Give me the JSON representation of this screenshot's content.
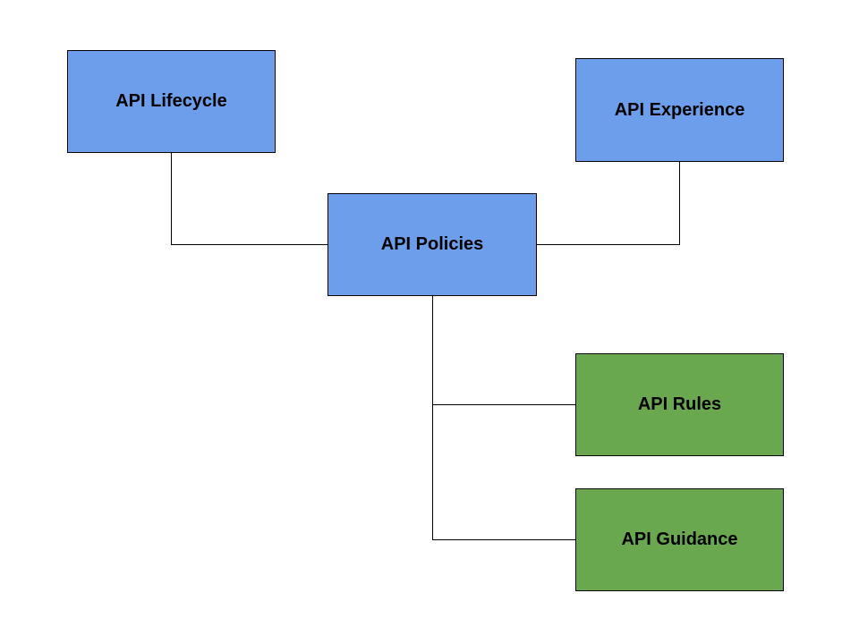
{
  "colors": {
    "blue_node": "#6d9eeb",
    "green_node": "#6aa84f",
    "connector": "#000000"
  },
  "nodes": {
    "lifecycle": {
      "label": "API Lifecycle",
      "color": "blue"
    },
    "experience": {
      "label": "API Experience",
      "color": "blue"
    },
    "policies": {
      "label": "API Policies",
      "color": "blue"
    },
    "rules": {
      "label": "API Rules",
      "color": "green"
    },
    "guidance": {
      "label": "API Guidance",
      "color": "green"
    }
  },
  "edges": [
    {
      "from": "lifecycle",
      "to": "policies"
    },
    {
      "from": "experience",
      "to": "policies"
    },
    {
      "from": "policies",
      "to": "rules"
    },
    {
      "from": "policies",
      "to": "guidance"
    }
  ]
}
